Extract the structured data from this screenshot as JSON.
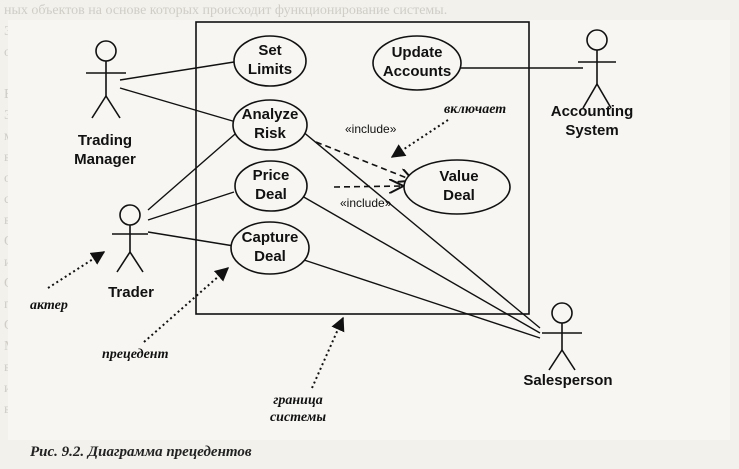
{
  "diagram": {
    "use_cases": {
      "set_limits": [
        "Set",
        "Limits"
      ],
      "update_accounts": [
        "Update",
        "Accounts"
      ],
      "analyze_risk": [
        "Analyze",
        "Risk"
      ],
      "price_deal": [
        "Price",
        "Deal"
      ],
      "value_deal": [
        "Value",
        "Deal"
      ],
      "capture_deal": [
        "Capture",
        "Deal"
      ]
    },
    "actors": {
      "trading_manager": [
        "Trading",
        "Manager"
      ],
      "accounting_system": [
        "Accounting",
        "System"
      ],
      "trader": "Trader",
      "salesperson": "Salesperson"
    },
    "stereotypes": {
      "include_1": "«include»",
      "include_2": "«include»"
    },
    "annotations": {
      "includes_ru": "включает",
      "actor_ru": "актер",
      "usecase_ru": "прецедент",
      "boundary_ru": [
        "граница",
        "системы"
      ]
    },
    "caption": "Рис. 9.2. Диаграмма прецедентов"
  }
}
